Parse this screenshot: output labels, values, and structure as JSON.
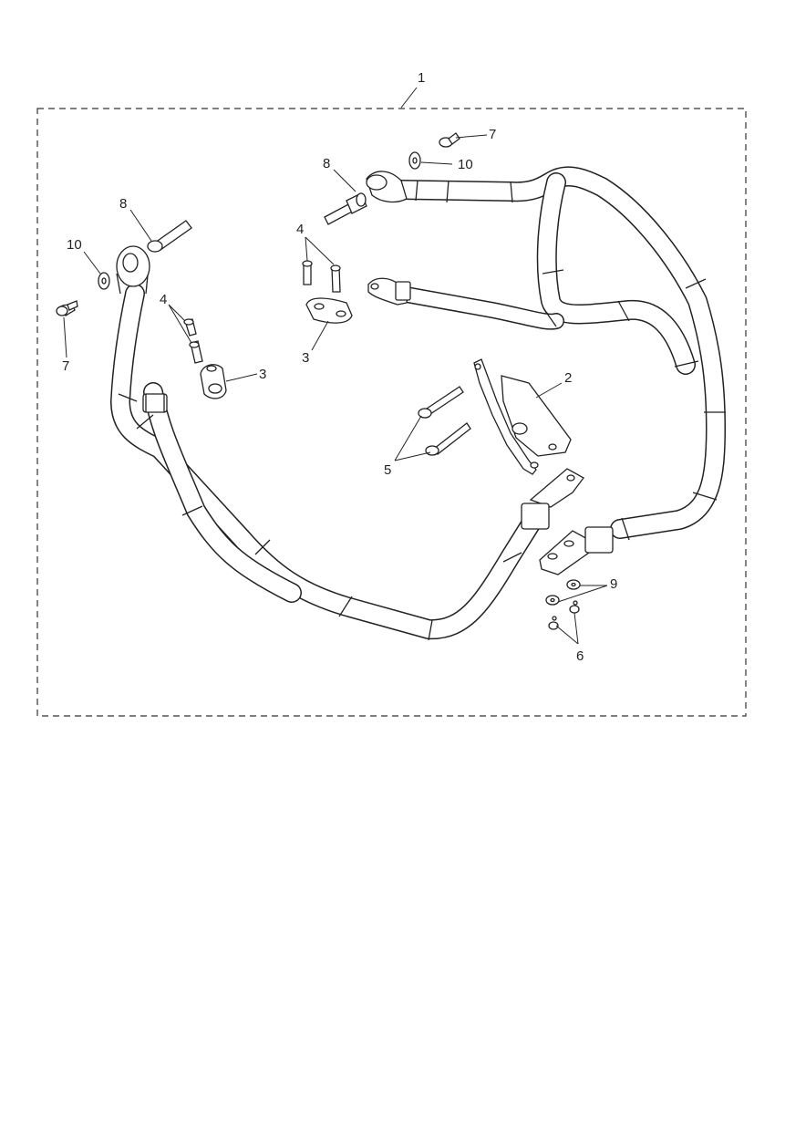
{
  "diagram": {
    "callouts": [
      {
        "id": "c1",
        "text": "1"
      },
      {
        "id": "c2",
        "text": "2"
      },
      {
        "id": "c3a",
        "text": "3"
      },
      {
        "id": "c3b",
        "text": "3"
      },
      {
        "id": "c4a",
        "text": "4"
      },
      {
        "id": "c4b",
        "text": "4"
      },
      {
        "id": "c5",
        "text": "5"
      },
      {
        "id": "c6",
        "text": "6"
      },
      {
        "id": "c7a",
        "text": "7"
      },
      {
        "id": "c7b",
        "text": "7"
      },
      {
        "id": "c8a",
        "text": "8"
      },
      {
        "id": "c8b",
        "text": "8"
      },
      {
        "id": "c9",
        "text": "9"
      },
      {
        "id": "c10a",
        "text": "10"
      },
      {
        "id": "c10b",
        "text": "10"
      }
    ],
    "colors": {
      "line": "#222222",
      "background": "#ffffff"
    }
  }
}
